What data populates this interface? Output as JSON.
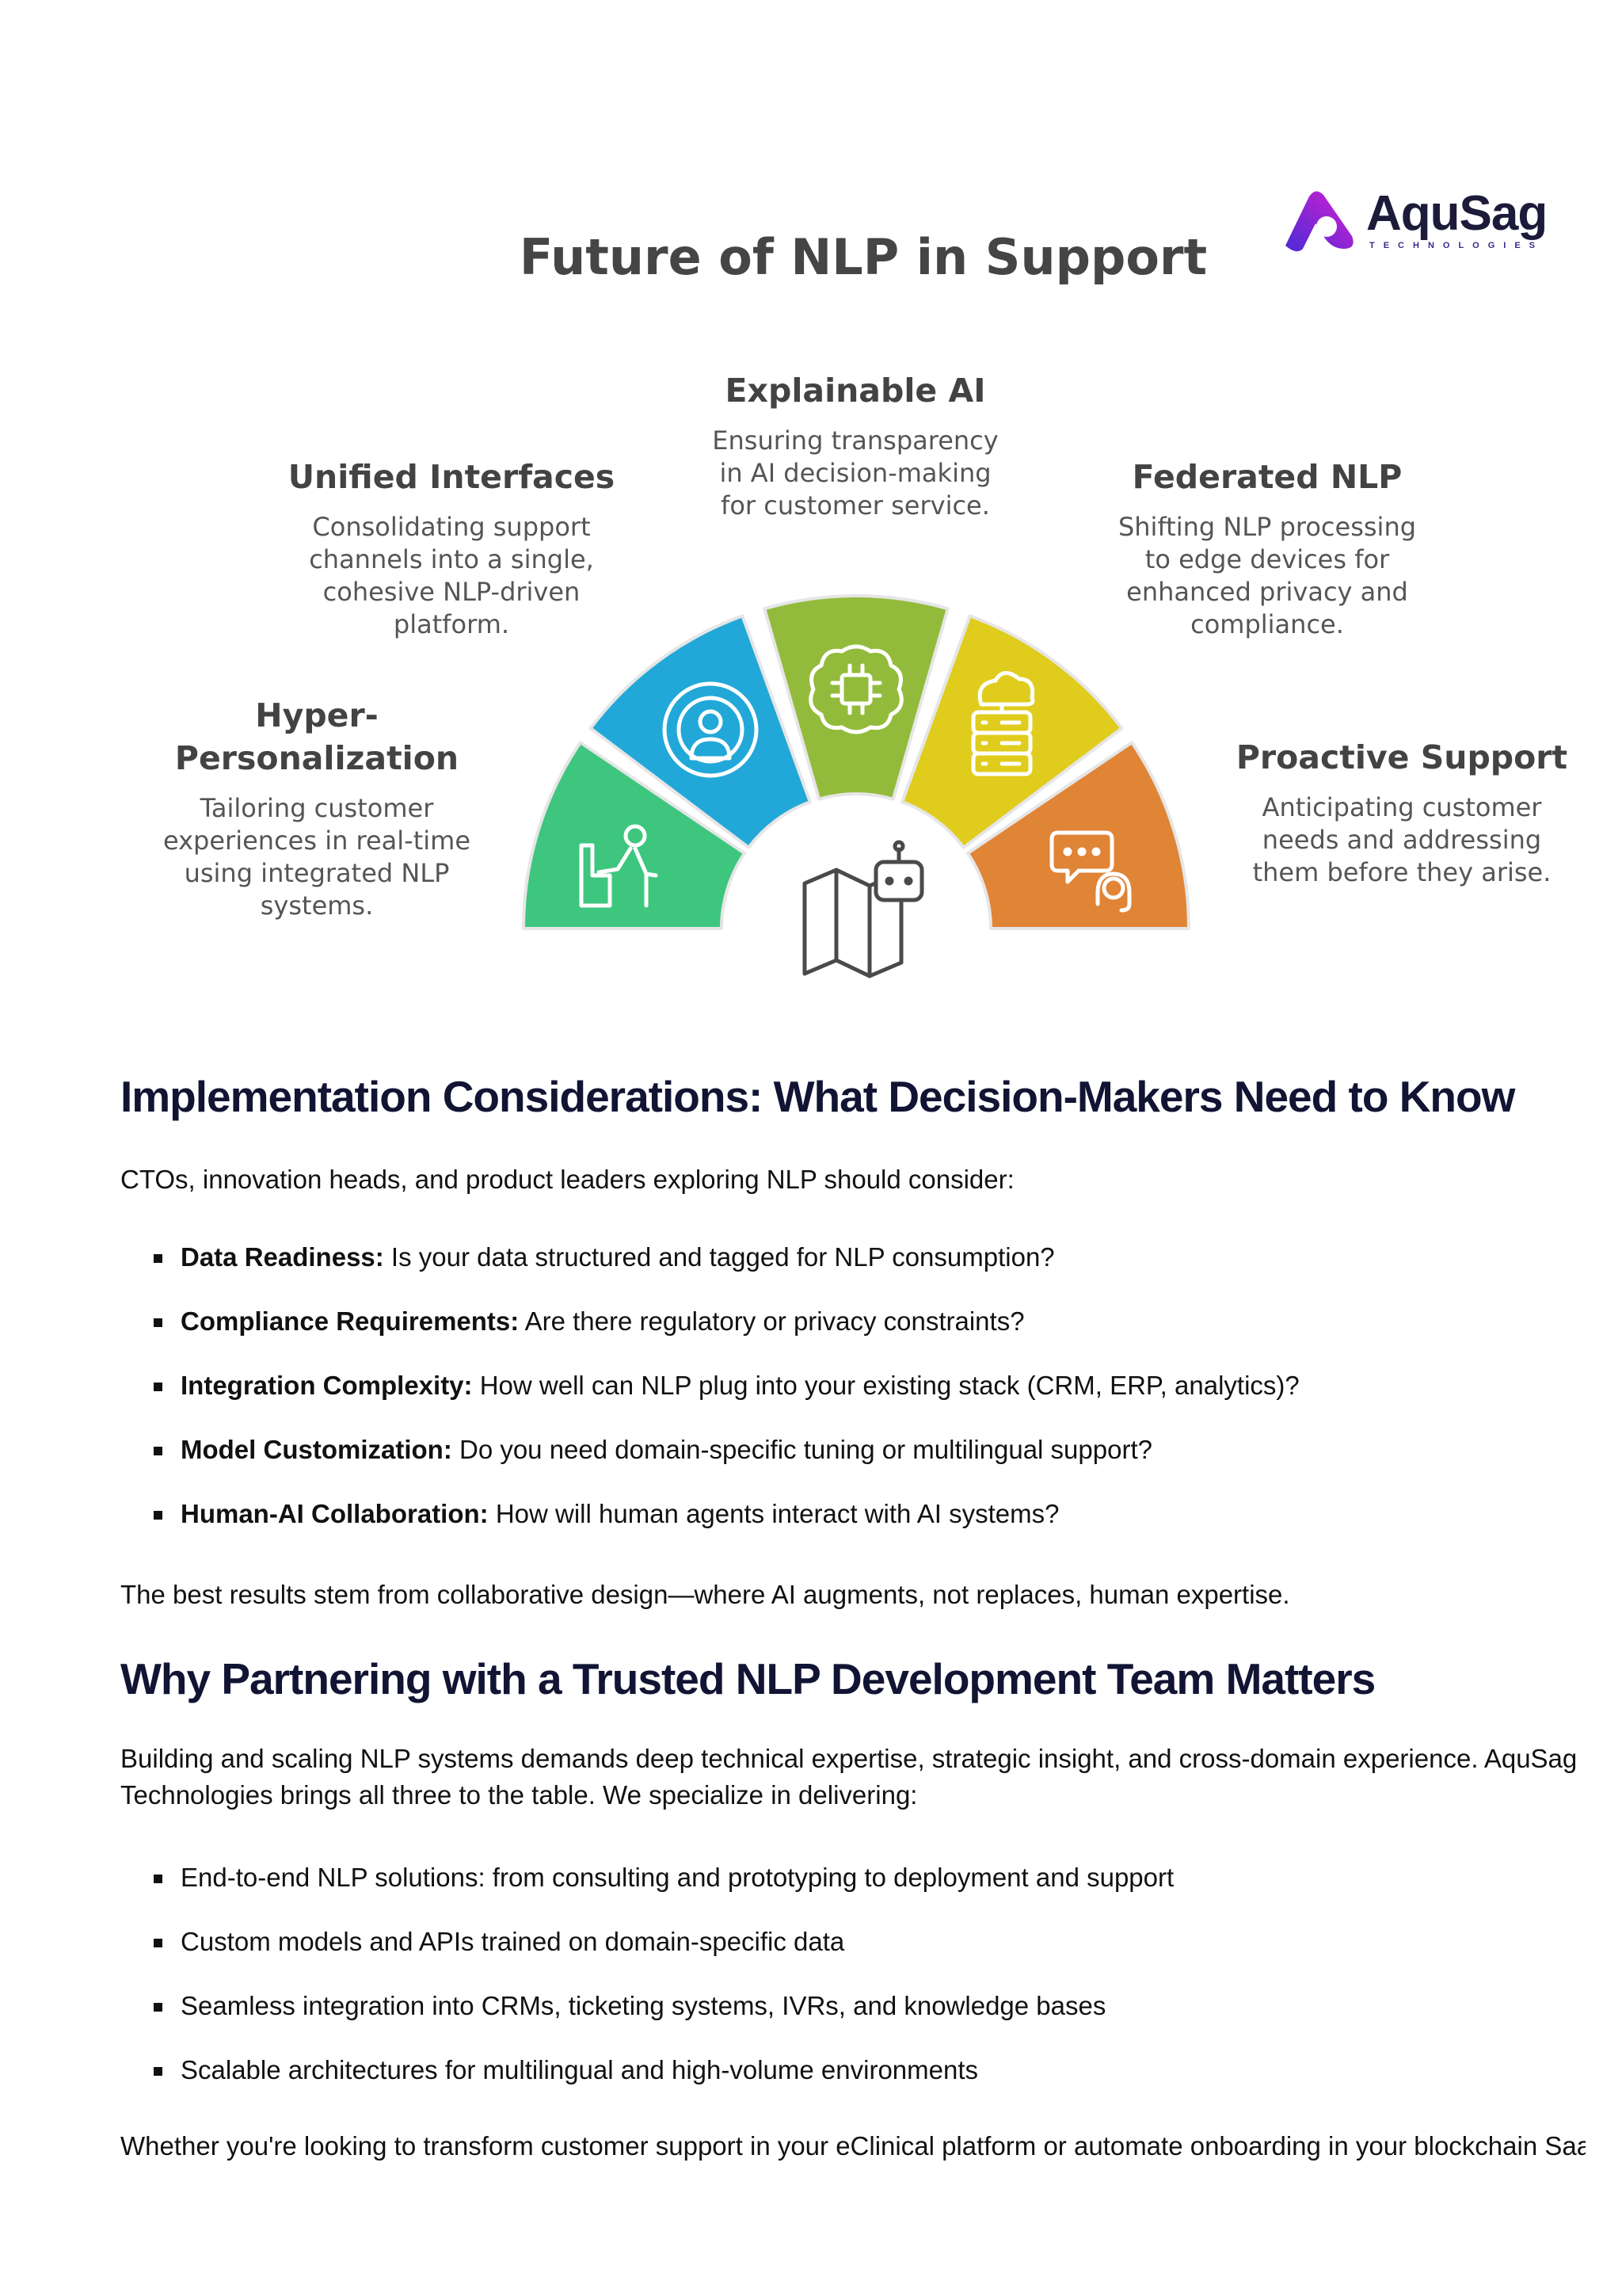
{
  "logo": {
    "name": "AquSag",
    "tagline": "TECHNOLOGIES",
    "colors": {
      "gradient_start": "#4a2bd6",
      "gradient_end": "#d51fd0"
    }
  },
  "infographic": {
    "title": "Future of NLP in Support",
    "segments": [
      {
        "title_line1": "Hyper-",
        "title_line2": "Personalization",
        "description": [
          "Tailoring customer",
          "experiences in real-time",
          "using integrated NLP",
          "systems."
        ],
        "color": "#3ec67e",
        "icon": "person-chair-icon"
      },
      {
        "title": "Unified Interfaces",
        "description": [
          "Consolidating support",
          "channels into a single,",
          "cohesive NLP-driven",
          "platform."
        ],
        "color": "#22a8d8",
        "icon": "broadcast-user-icon"
      },
      {
        "title": "Explainable AI",
        "description": [
          "Ensuring transparency",
          "in AI decision-making",
          "for customer service."
        ],
        "color": "#93bb3b",
        "icon": "ai-brain-chip-icon"
      },
      {
        "title": "Federated NLP",
        "description": [
          "Shifting NLP processing",
          "to edge devices for",
          "enhanced privacy and",
          "compliance."
        ],
        "color": "#e0cc1c",
        "icon": "cloud-server-icon"
      },
      {
        "title": "Proactive Support",
        "description": [
          "Anticipating customer",
          "needs and addressing",
          "them before they arise."
        ],
        "color": "#e08436",
        "icon": "chat-headset-icon"
      }
    ],
    "center_icon": "map-robot-icon"
  },
  "implementation": {
    "heading": "Implementation Considerations: What Decision-Makers Need to Know",
    "intro": "CTOs, innovation heads, and product leaders exploring NLP should consider:",
    "items": [
      {
        "label": "Data Readiness:",
        "text": " Is your data structured and tagged for NLP consumption?"
      },
      {
        "label": "Compliance Requirements:",
        "text": " Are there regulatory or privacy constraints?"
      },
      {
        "label": "Integration Complexity:",
        "text": " How well can NLP plug into your existing stack (CRM, ERP, analytics)?"
      },
      {
        "label": "Model Customization:",
        "text": " Do you need domain-specific tuning or multilingual support?"
      },
      {
        "label": "Human-AI Collaboration:",
        "text": " How will human agents interact with AI systems?"
      }
    ],
    "closing": "The best results stem from collaborative design—where AI augments, not replaces, human expertise."
  },
  "partnering": {
    "heading": "Why Partnering with a Trusted NLP Development Team Matters",
    "intro": "Building and scaling NLP systems demands deep technical expertise, strategic insight, and cross-domain experience. AquSag Technologies brings all three to the table. We specialize in delivering:",
    "items": [
      "End-to-end NLP solutions: from consulting and prototyping to deployment and support",
      "Custom models and APIs trained on domain-specific data",
      "Seamless integration into CRMs, ticketing systems, IVRs, and knowledge bases",
      "Scalable architectures for multilingual and high-volume environments"
    ],
    "closing": "Whether you're looking to transform customer support in your eClinical platform or automate onboarding in your blockchain Saa"
  }
}
